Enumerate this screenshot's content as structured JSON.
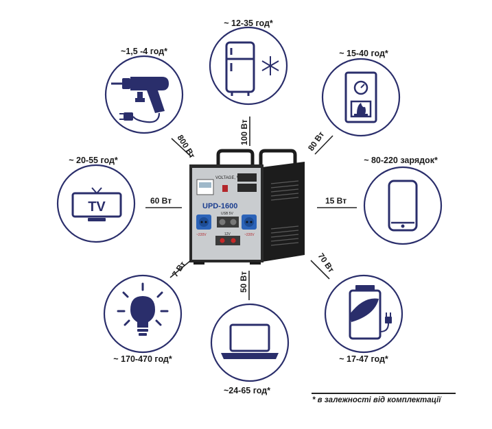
{
  "center": {
    "voltage_label": "VOLTAGE, V",
    "model": "UPD-1600",
    "socket_label_left": "~220V",
    "socket_label_right": "~220V",
    "usb_label": "USB 5V",
    "dc_label": "12V"
  },
  "devices": [
    {
      "id": "drill",
      "icon": "drill-icon",
      "runtime": "~1,5 -4 год*",
      "power": "800 Вт"
    },
    {
      "id": "fridge",
      "icon": "fridge-icon",
      "runtime": "~ 12-35 год*",
      "power": "100 Вт"
    },
    {
      "id": "boiler",
      "icon": "boiler-icon",
      "runtime": "~ 15-40 год*",
      "power": "80 Вт"
    },
    {
      "id": "tv",
      "icon": "tv-icon",
      "icon_text": "TV",
      "runtime": "~ 20-55 год*",
      "power": "60 Вт"
    },
    {
      "id": "phone",
      "icon": "phone-icon",
      "runtime": "~ 80-220 зарядок*",
      "power": "15 Вт"
    },
    {
      "id": "bulb",
      "icon": "bulb-icon",
      "runtime": "~ 170-470 год*",
      "power": "7 Вт"
    },
    {
      "id": "laptop",
      "icon": "laptop-icon",
      "runtime": "~24-65 год*",
      "power": "50 Вт"
    },
    {
      "id": "battery",
      "icon": "battery-icon",
      "runtime": "~ 17-47 год*",
      "power": "70 Вт"
    }
  ],
  "footnote": "* в залежності від комплектації",
  "colors": {
    "icon": "#2a2e6b",
    "device_body": "#1c1c1c",
    "panel": "#c9cccf",
    "socket": "#2c63b8"
  }
}
